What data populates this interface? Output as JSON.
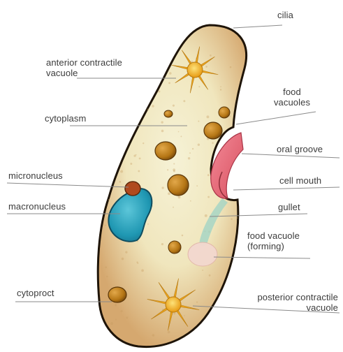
{
  "diagram": {
    "labels": {
      "cilia": "cilia",
      "anterior_cv_line1": "anterior contractile",
      "anterior_cv_line2": "vacuole",
      "food_vacuoles_line1": "food",
      "food_vacuoles_line2": "vacuoles",
      "cytoplasm": "cytoplasm",
      "oral_groove": "oral groove",
      "micronucleus": "micronucleus",
      "cell_mouth": "cell mouth",
      "macronucleus": "macronucleus",
      "gullet": "gullet",
      "forming_vacuole_line1": "food vacuole",
      "forming_vacuole_line2": "(forming)",
      "cytoproct": "cytoproct",
      "posterior_cv_line1": "posterior contractile",
      "posterior_cv_line2": "vacuole"
    },
    "colors": {
      "membrane": "#1e1408",
      "outer_cytoplasm": "#d9b37e",
      "inner_cytoplasm": "#f3ecc4",
      "macronucleus": "#2aa3bd",
      "micronucleus": "#b04a1e",
      "food_vacuole": "#b87a18",
      "contractile_vacuole": "#f0b021",
      "oral_groove": "#e96f80",
      "leader_line": "#8a8a8a"
    }
  }
}
